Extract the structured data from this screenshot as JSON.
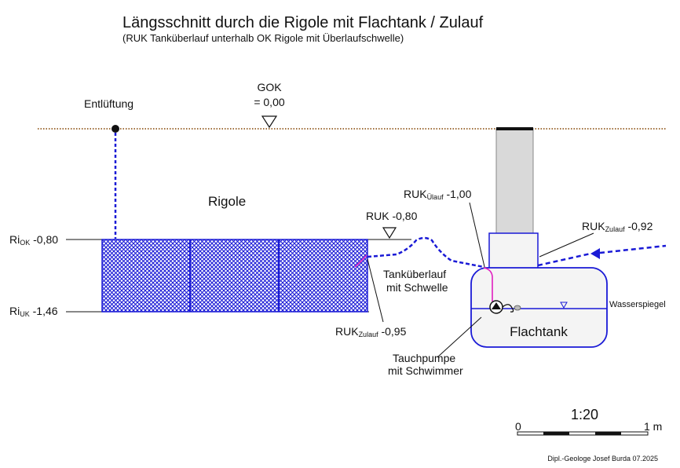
{
  "title": "Längsschnitt durch die Rigole mit Flachtank / Zulauf",
  "subtitle": "(RUK Tanküberlauf unterhalb OK Rigole mit Überlaufschwelle)",
  "gok": {
    "line1": "GOK",
    "line2": "= 0,00"
  },
  "entlueftung": "Entlüftung",
  "rigole": "Rigole",
  "ri_ok": {
    "prefix": "Ri",
    "sub": "OK",
    "value": " -0,80"
  },
  "ri_uk": {
    "prefix": "Ri",
    "sub": "UK",
    "value": " -1,46"
  },
  "ruk_080": "RUK -0,80",
  "ruk_olauf": {
    "prefix": "RUK",
    "sub": "Ülauf",
    "value": " -1,00"
  },
  "ruk_zulauf_092": {
    "prefix": "RUK",
    "sub": "Zulauf",
    "value": " -0,92"
  },
  "ruk_zulauf_095": {
    "prefix": "RUK",
    "sub": "Zulauf",
    "value": " -0,95"
  },
  "tankueberlauf": {
    "line1": "Tanküberlauf",
    "line2": "mit Schwelle"
  },
  "wasserspiegel": "Wasserspiegel",
  "flachtank": "Flachtank",
  "tauchpumpe": {
    "line1": "Tauchpumpe",
    "line2": "mit Schwimmer"
  },
  "scale": {
    "ratio": "1:20",
    "start": "0",
    "end": "1 m"
  },
  "credit": "Dipl.-Geologe Josef Burda 07.2025",
  "colors": {
    "blue": "#1a1ad6",
    "ground": "#a0703c",
    "pink": "#e020c0",
    "tank_fill": "#f4f4f4",
    "shaft_fill": "#d9d9d9"
  }
}
